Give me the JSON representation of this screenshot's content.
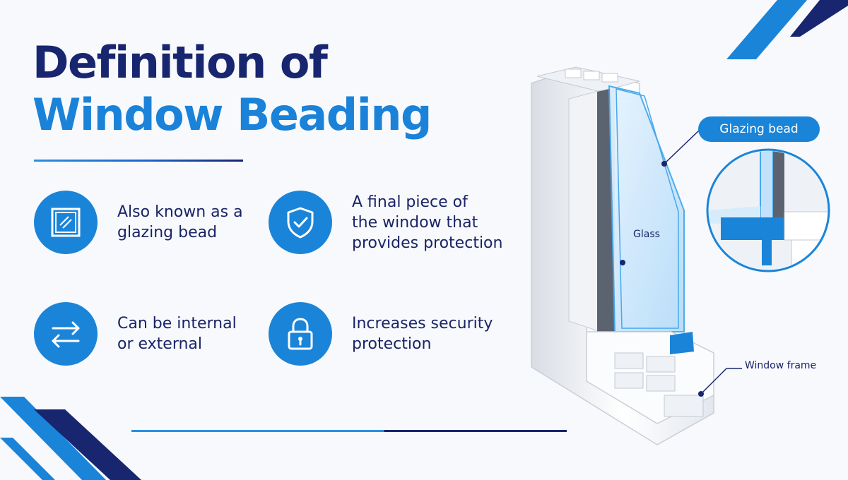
{
  "title": {
    "line1": "Definition of",
    "line2": "Window Beading"
  },
  "features": [
    {
      "icon": "glass-pane-icon",
      "text": "Also known as a\nglazing bead"
    },
    {
      "icon": "shield-check-icon",
      "text": "A final piece of\nthe window that\nprovides protection"
    },
    {
      "icon": "swap-arrows-icon",
      "text": "Can be internal\nor external"
    },
    {
      "icon": "padlock-icon",
      "text": "Increases security\nprotection"
    }
  ],
  "diagram": {
    "glazing_bead_label": "Glazing bead",
    "glass_label": "Glass",
    "window_frame_label": "Window frame"
  },
  "colors": {
    "navy": "#18256f",
    "blue": "#1a84d9",
    "background": "#f7f9fc"
  }
}
